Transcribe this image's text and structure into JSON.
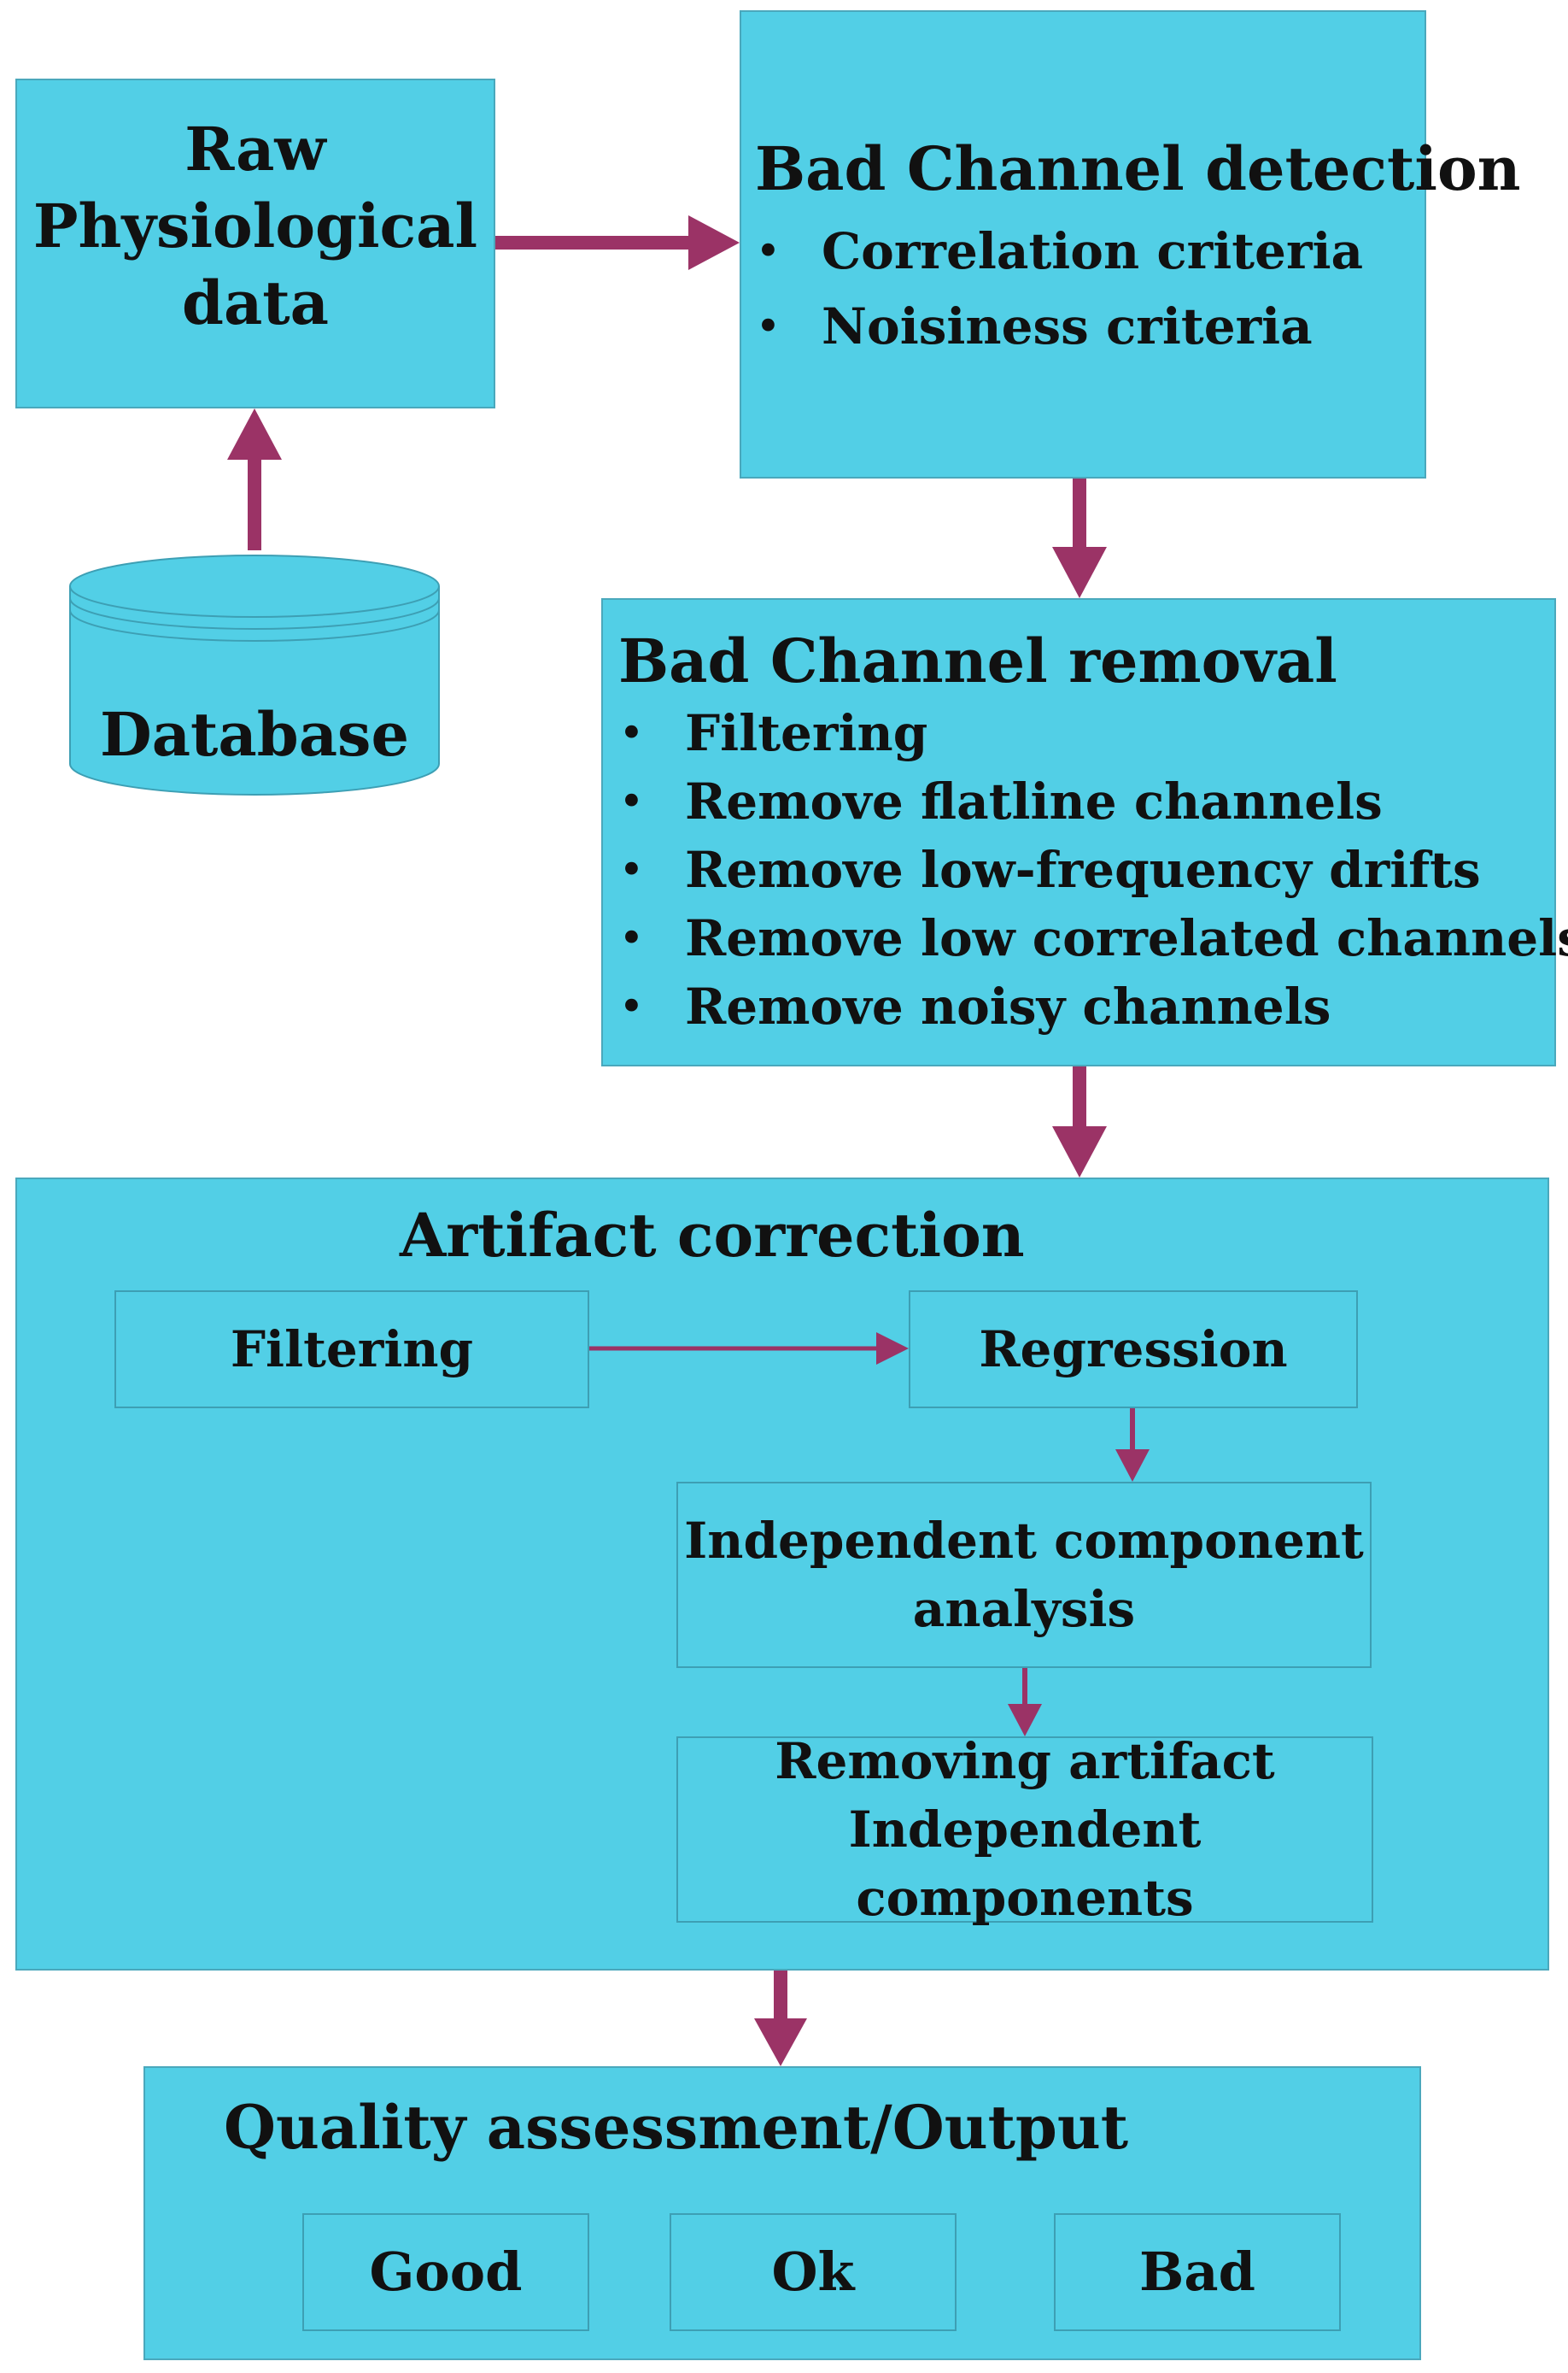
{
  "colors": {
    "box_fill": "#52cfe6",
    "arrow": "#9b3366",
    "text": "#111111"
  },
  "raw_data": {
    "line1": "Raw",
    "line2": "Physiological",
    "line3": "data"
  },
  "database": {
    "label": "Database"
  },
  "bad_channel_detection": {
    "title": "Bad Channel detection",
    "items": [
      "Correlation criteria",
      "Noisiness criteria"
    ]
  },
  "bad_channel_removal": {
    "title": "Bad Channel removal",
    "items": [
      "Filtering",
      "Remove flatline channels",
      "Remove low-frequency drifts",
      "Remove low correlated channels",
      "Remove noisy channels"
    ]
  },
  "artifact_correction": {
    "title": "Artifact correction",
    "filtering": "Filtering",
    "regression": "Regression",
    "ica_line1": "Independent component",
    "ica_line2": "analysis",
    "removing_line1": "Removing artifact",
    "removing_line2": "Independent components"
  },
  "quality": {
    "title": "Quality assessment/Output",
    "good": "Good",
    "ok": "Ok",
    "bad": "Bad"
  }
}
